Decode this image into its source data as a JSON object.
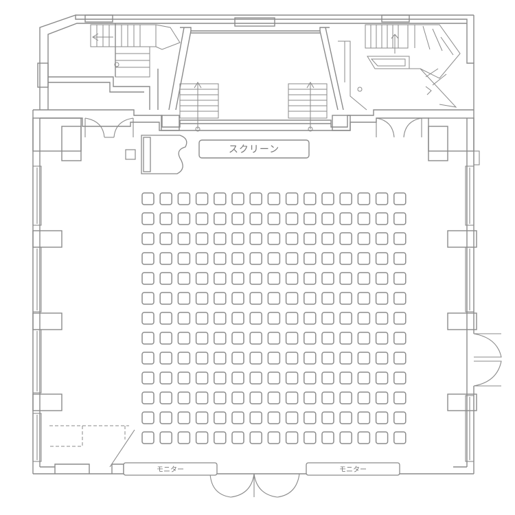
{
  "floor_plan": {
    "screen_label": "スクリーン",
    "monitor_left_label": "モニター",
    "monitor_right_label": "モニター",
    "seating": {
      "rows": 13,
      "columns": 15
    },
    "colors": {
      "line": "#888888",
      "seat": "#8c8c8c",
      "text": "#777777",
      "background": "#ffffff"
    }
  }
}
